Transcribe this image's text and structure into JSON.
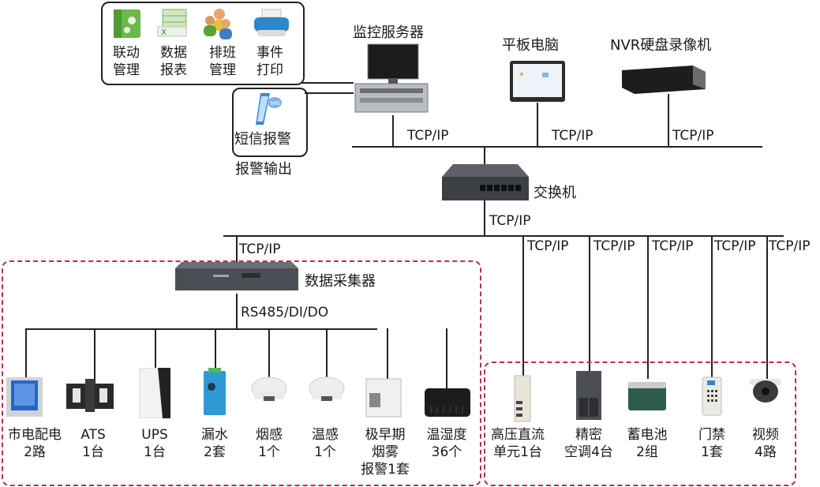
{
  "top_tools": {
    "items": [
      {
        "label": "联动\n管理",
        "icon": "folder-gear-icon"
      },
      {
        "label": "数据\n报表",
        "icon": "spreadsheet-icon"
      },
      {
        "label": "排班\n管理",
        "icon": "people-group-icon"
      },
      {
        "label": "事件\n打印",
        "icon": "printer-icon"
      }
    ]
  },
  "sms_alarm": {
    "label": "短信报警",
    "caption": "报警输出",
    "icon": "mobile-message-icon"
  },
  "top_devices": {
    "server": {
      "label": "监控服务器"
    },
    "tablet": {
      "label": "平板电脑"
    },
    "nvr": {
      "label": "NVR硬盘录像机"
    }
  },
  "protocol_labels": {
    "server_bus": "TCP/IP",
    "tablet_bus": "TCP/IP",
    "nvr_bus": "TCP/IP",
    "switch_down": "TCP/IP",
    "collector_up": "TCP/IP",
    "collector_down": "RS485/DI/DO",
    "hv_dc": "TCP/IP",
    "ac": "TCP/IP",
    "battery": "TCP/IP",
    "access": "TCP/IP",
    "video": "TCP/IP"
  },
  "switch": {
    "label": "交换机"
  },
  "collector": {
    "label": "数据采集器"
  },
  "collector_devices": [
    {
      "label": "市电配电\n2路",
      "icon": "power-meter-icon"
    },
    {
      "label": "ATS\n1台",
      "icon": "ats-switch-icon"
    },
    {
      "label": "UPS\n1台",
      "icon": "ups-icon"
    },
    {
      "label": "漏水\n2套",
      "icon": "water-leak-sensor-icon"
    },
    {
      "label": "烟感\n1个",
      "icon": "smoke-detector-icon"
    },
    {
      "label": "温感\n1个",
      "icon": "heat-detector-icon"
    },
    {
      "label": "极早期\n烟雾\n报警1套",
      "icon": "aspirating-smoke-icon"
    },
    {
      "label": "温湿度\n36个",
      "icon": "temp-humidity-sensor-icon"
    }
  ],
  "network_devices": [
    {
      "label": "高压直流\n单元1台",
      "icon": "hvdc-unit-icon"
    },
    {
      "label": "精密\n空调4台",
      "icon": "precision-ac-icon"
    },
    {
      "label": "蓄电池\n2组",
      "icon": "battery-icon"
    },
    {
      "label": "门禁\n1套",
      "icon": "access-control-icon"
    },
    {
      "label": "视频\n4路",
      "icon": "dome-camera-icon"
    }
  ]
}
